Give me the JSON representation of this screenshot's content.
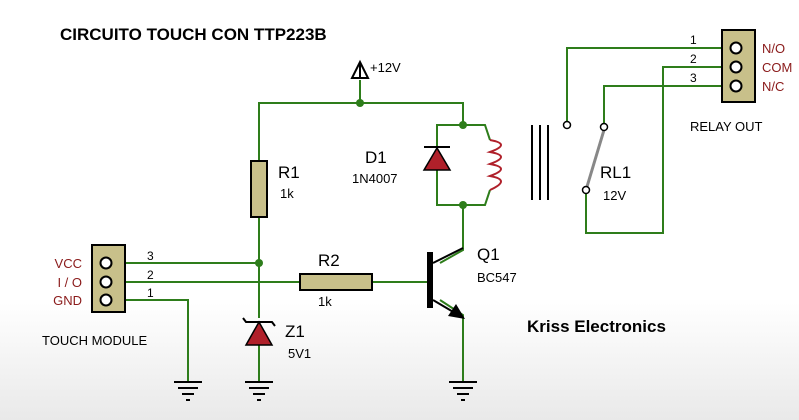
{
  "title": "CIRCUITO TOUCH CON TTP223B",
  "supply": "+12V",
  "brand": "Kriss Electronics",
  "colors": {
    "wire": "#2e7d1b",
    "body": "#c8c08a",
    "outline": "#000000",
    "diode_fill": "#b0202a",
    "pin_label": "#8a1a1a",
    "switch_arm": "#888888"
  },
  "components": {
    "r1": {
      "ref": "R1",
      "value": "1k"
    },
    "r2": {
      "ref": "R2",
      "value": "1k"
    },
    "d1": {
      "ref": "D1",
      "value": "1N4007"
    },
    "z1": {
      "ref": "Z1",
      "value": "5V1"
    },
    "q1": {
      "ref": "Q1",
      "value": "BC547"
    },
    "rl1": {
      "ref": "RL1",
      "value": "12V"
    }
  },
  "touch_module": {
    "label": "TOUCH MODULE",
    "pins": [
      {
        "num": "3",
        "name": "VCC"
      },
      {
        "num": "2",
        "name": "I / O"
      },
      {
        "num": "1",
        "name": "GND"
      }
    ]
  },
  "relay_out": {
    "label": "RELAY OUT",
    "pins": [
      {
        "num": "1",
        "name": "N/O"
      },
      {
        "num": "2",
        "name": "COM"
      },
      {
        "num": "3",
        "name": "N/C"
      }
    ]
  }
}
